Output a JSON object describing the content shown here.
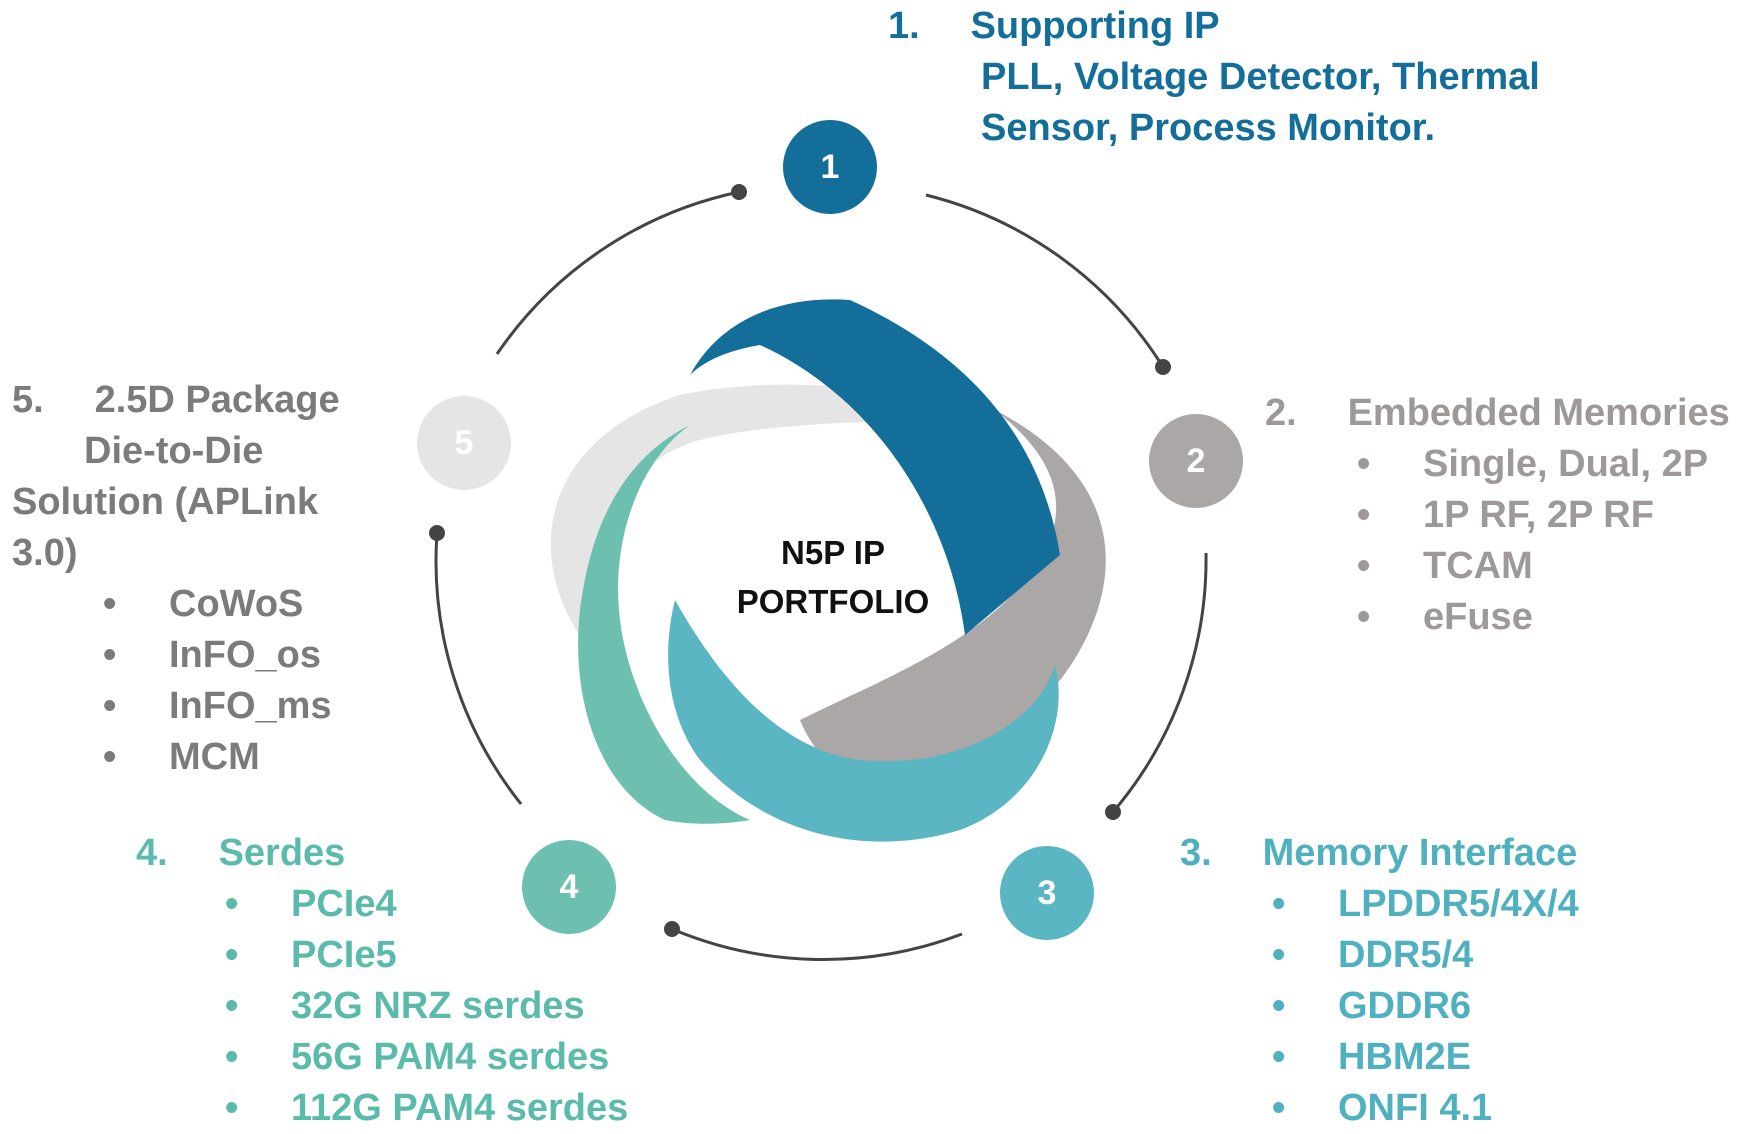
{
  "center": {
    "line1": "N5P IP",
    "line2": "PORTFOLIO"
  },
  "colors": {
    "step1": "#136e99",
    "step2": "#aaa7a6",
    "step3": "#5ab6c2",
    "step4": "#6dbfb0",
    "step5": "#e5e5e5",
    "connector": "#444444"
  },
  "nodes": [
    "1",
    "2",
    "3",
    "4",
    "5"
  ],
  "sections": {
    "s1": {
      "number": "1.",
      "title": "Supporting IP",
      "lines": [
        "PLL, Voltage Detector, Thermal",
        "Sensor, Process Monitor."
      ]
    },
    "s2": {
      "number": "2.",
      "title": "Embedded Memories",
      "bullet": "•",
      "items": [
        "Single, Dual, 2P",
        "1P RF, 2P RF",
        "TCAM",
        "eFuse"
      ]
    },
    "s3": {
      "number": "3.",
      "title": "Memory Interface",
      "bullet": "•",
      "items": [
        "LPDDR5/4X/4",
        "DDR5/4",
        "GDDR6",
        "HBM2E",
        "ONFI 4.1"
      ]
    },
    "s4": {
      "number": "4.",
      "title": "Serdes",
      "bullet": "•",
      "items": [
        "PCIe4",
        "PCIe5",
        "32G NRZ serdes",
        "56G PAM4 serdes",
        "112G PAM4 serdes"
      ]
    },
    "s5": {
      "number": "5.",
      "title_lines": [
        "2.5D Package",
        "Die-to-Die",
        "Solution (APLink",
        "3.0)"
      ],
      "bullet": "•",
      "items": [
        "CoWoS",
        "InFO_os",
        "InFO_ms",
        "MCM"
      ]
    }
  }
}
